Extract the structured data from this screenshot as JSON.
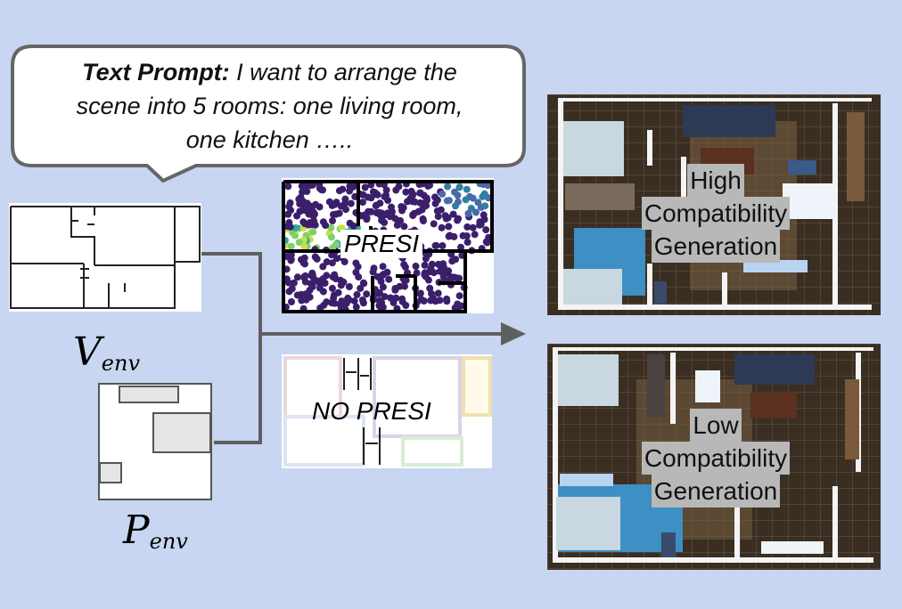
{
  "prompt": {
    "lead": "Text Prompt:",
    "line1_rest": " I want to arrange the",
    "line2": "scene into 5 rooms: one living room,",
    "line3": "one kitchen ….."
  },
  "inputs": {
    "v_env": {
      "symbol": "V",
      "subscript": "env"
    },
    "p_env": {
      "symbol": "P",
      "subscript": "env"
    }
  },
  "branches": {
    "presi": "PRESI",
    "no_presi": "NO PRESI"
  },
  "outputs": {
    "high": [
      "High",
      "Compatibility",
      "Generation"
    ],
    "low": [
      "Low",
      "Compatibility",
      "Generation"
    ]
  },
  "colors": {
    "background": "#c8d6f2",
    "arrow": "#5f5f5f",
    "floor": "#3a2e22",
    "point_cloud": "#3b1f6b",
    "label_box": "#b8b8b8"
  }
}
